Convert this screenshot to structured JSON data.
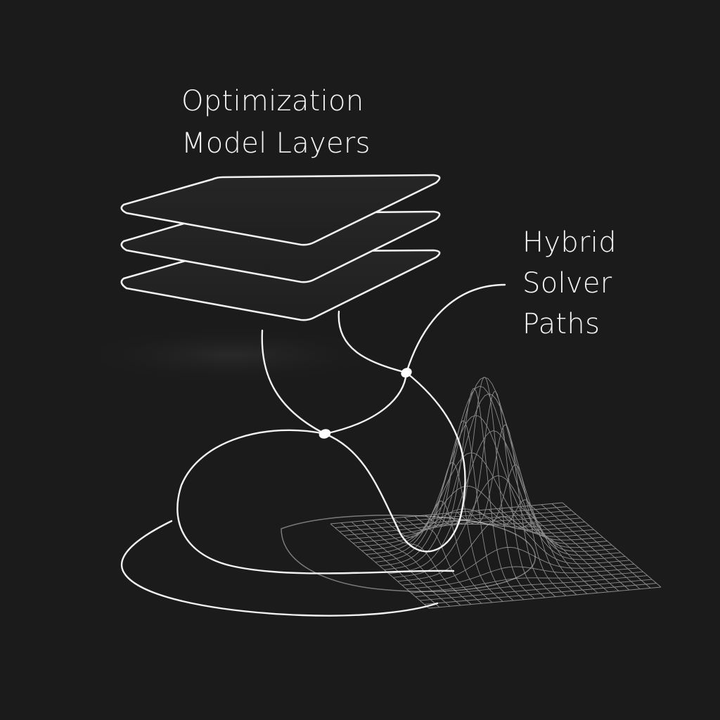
{
  "labels": {
    "layers": [
      "Optimization",
      "Model Layers"
    ],
    "solver": [
      "Hybrid",
      "Solver",
      "Paths"
    ]
  },
  "colors": {
    "background": "#1b1b1b",
    "stroke": "#f2f2f2",
    "mesh": "#a8a8a8"
  }
}
